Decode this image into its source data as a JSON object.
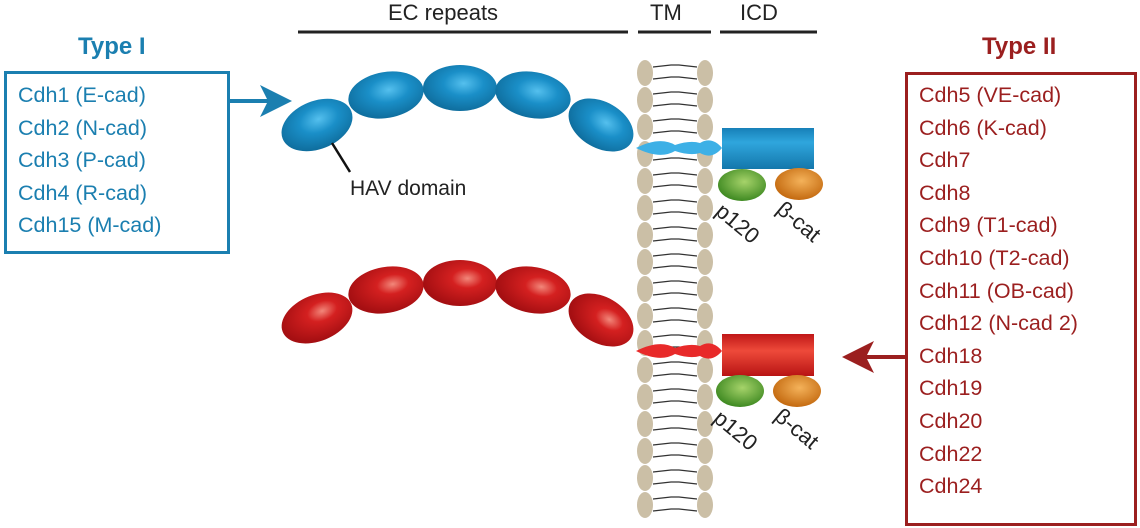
{
  "header": {
    "ec_repeats": "EC repeats",
    "tm": "TM",
    "icd": "ICD"
  },
  "type1": {
    "title": "Type I",
    "color": "#1b7fb0",
    "items": [
      "Cdh1 (E-cad)",
      "Cdh2 (N-cad)",
      "Cdh3 (P-cad)",
      "Cdh4 (R-cad)",
      "Cdh15 (M-cad)"
    ]
  },
  "type2": {
    "title": "Type II",
    "color": "#9b1f1f",
    "items": [
      "Cdh5 (VE-cad)",
      "Cdh6 (K-cad)",
      "Cdh7",
      "Cdh8",
      "Cdh9 (T1-cad)",
      "Cdh10 (T2-cad)",
      "Cdh11 (OB-cad)",
      "Cdh12 (N-cad 2)",
      "Cdh18",
      "Cdh19",
      "Cdh20",
      "Cdh22",
      "Cdh24"
    ]
  },
  "annotations": {
    "hav_domain": "HAV domain",
    "p120_top": "p120",
    "bcat_top": "β-cat",
    "p120_bottom": "p120",
    "bcat_bottom": "β-cat"
  },
  "colors": {
    "blue_protein": "#1a86c0",
    "red_protein": "#c81a1a",
    "p120": "#5a9a30",
    "beta_catenin": "#d8801e",
    "lipid_head": "#cbbfa6"
  }
}
